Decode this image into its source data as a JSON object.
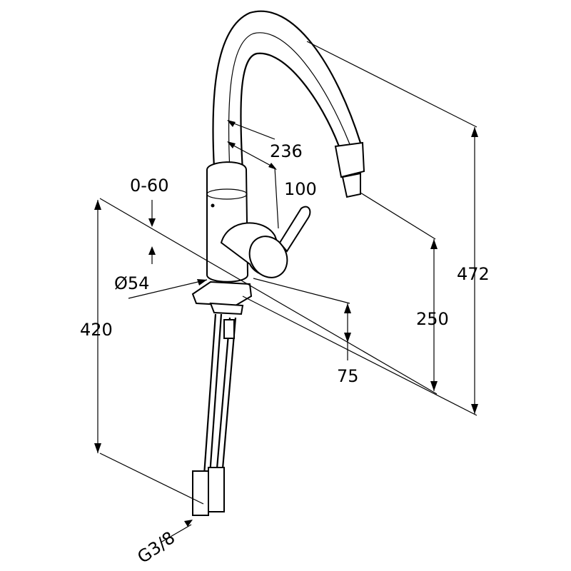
{
  "drawing": {
    "subject": "faucet-dimension-drawing",
    "dimensions": {
      "spout_reach": "236",
      "lever_offset": "100",
      "swivel_angle": "0-60",
      "body_diameter": "Ø54",
      "hose_length": "420",
      "total_height": "472",
      "outlet_height": "250",
      "body_offset": "75",
      "connection_thread": "G3/8"
    }
  }
}
